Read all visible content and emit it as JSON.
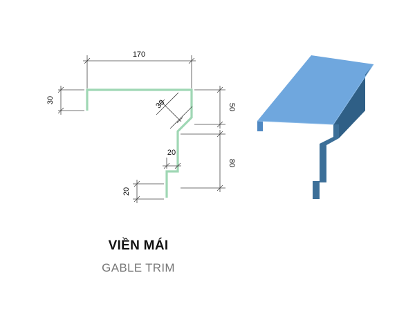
{
  "diagram": {
    "dimensions": {
      "width_top": "170",
      "lip_left": "30",
      "bevel": "30",
      "upper_height": "50",
      "step": "20",
      "lower_height": "80",
      "bottom_lip": "20"
    },
    "colors": {
      "profile_line": "#9fd7b4",
      "panel_top": "#6fa7de",
      "panel_front": "#3c6f98",
      "panel_side": "#2f5f86"
    }
  },
  "caption": {
    "title": "VIỀN MÁI",
    "subtitle": "GABLE TRIM"
  }
}
